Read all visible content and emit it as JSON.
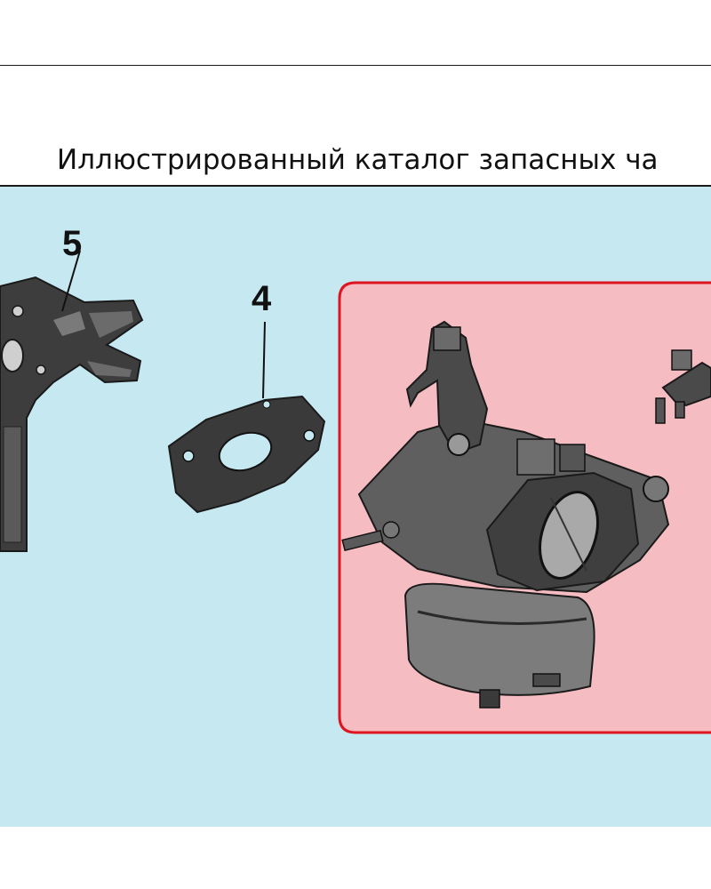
{
  "document": {
    "title": "Иллюстрированный каталог запасных ча"
  },
  "diagram": {
    "callouts": [
      {
        "number": "5"
      },
      {
        "number": "4"
      }
    ],
    "panel_color": "#c5e8f1",
    "highlight_fill": "#f5bcc2",
    "highlight_stroke": "#e0141e",
    "parts": [
      "intake-bracket",
      "gasket",
      "carburetor",
      "fuel-valve"
    ]
  }
}
